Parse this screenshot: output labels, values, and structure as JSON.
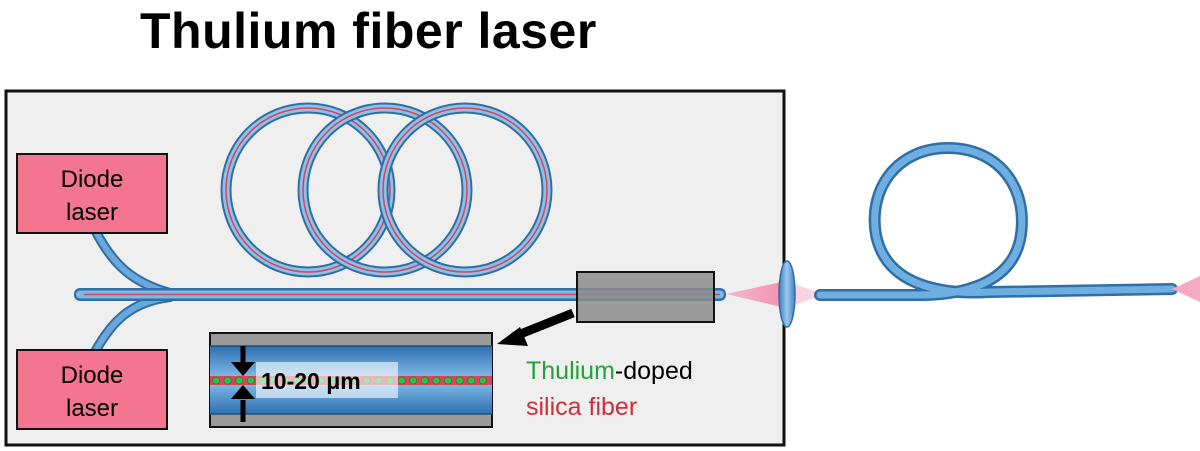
{
  "title": "Thulium fiber laser",
  "pump_top_label": [
    "Diode",
    "laser"
  ],
  "pump_bottom_label": [
    "Diode",
    "laser"
  ],
  "core_diameter": "10-20 μm",
  "fiber_label": {
    "dopant": "Thulium",
    "dopant_suffix": "-doped",
    "material": "silica fiber"
  },
  "colors": {
    "enclosure_fill": "#efefef",
    "diode_fill": "#f4758f",
    "fiber": "#5b9fd3",
    "core": "#d6455a",
    "dopant_text": "#21a33a",
    "material_text": "#cf2d3b",
    "beam": "#f4a8c0"
  }
}
